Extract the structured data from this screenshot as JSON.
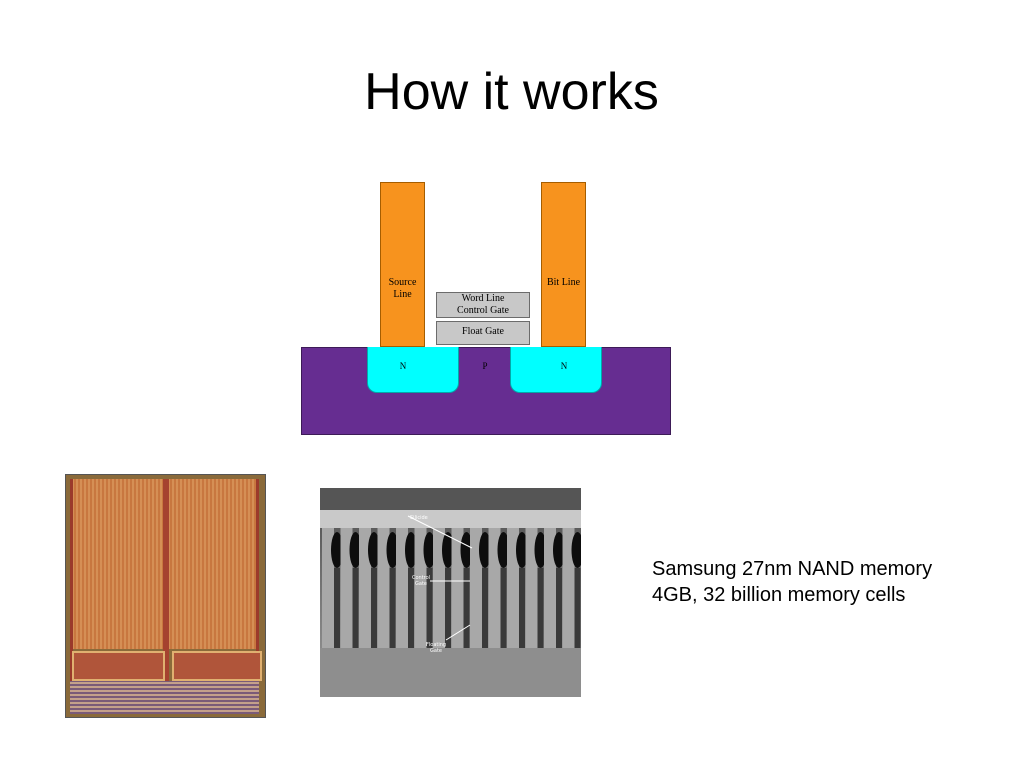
{
  "slide": {
    "title": "How it works"
  },
  "diagram": {
    "source_line": [
      "Source",
      "Line"
    ],
    "bit_line": "Bit Line",
    "word_line": [
      "Word Line",
      "Control Gate"
    ],
    "float_gate": "Float Gate",
    "n_left": "N",
    "p": "P",
    "n_right": "N",
    "colors": {
      "pillar": "#f7931e",
      "substrate": "#662d91",
      "well": "#00ffff",
      "gate": "#c8c8c8"
    }
  },
  "sem": {
    "labels": {
      "silicide": "Silicide",
      "control_gate": [
        "Control",
        "Gate"
      ],
      "floating_gate": [
        "Floating",
        "Gate"
      ]
    }
  },
  "caption": {
    "line1": "Samsung 27nm NAND memory",
    "line2": "4GB, 32 billion memory cells"
  }
}
